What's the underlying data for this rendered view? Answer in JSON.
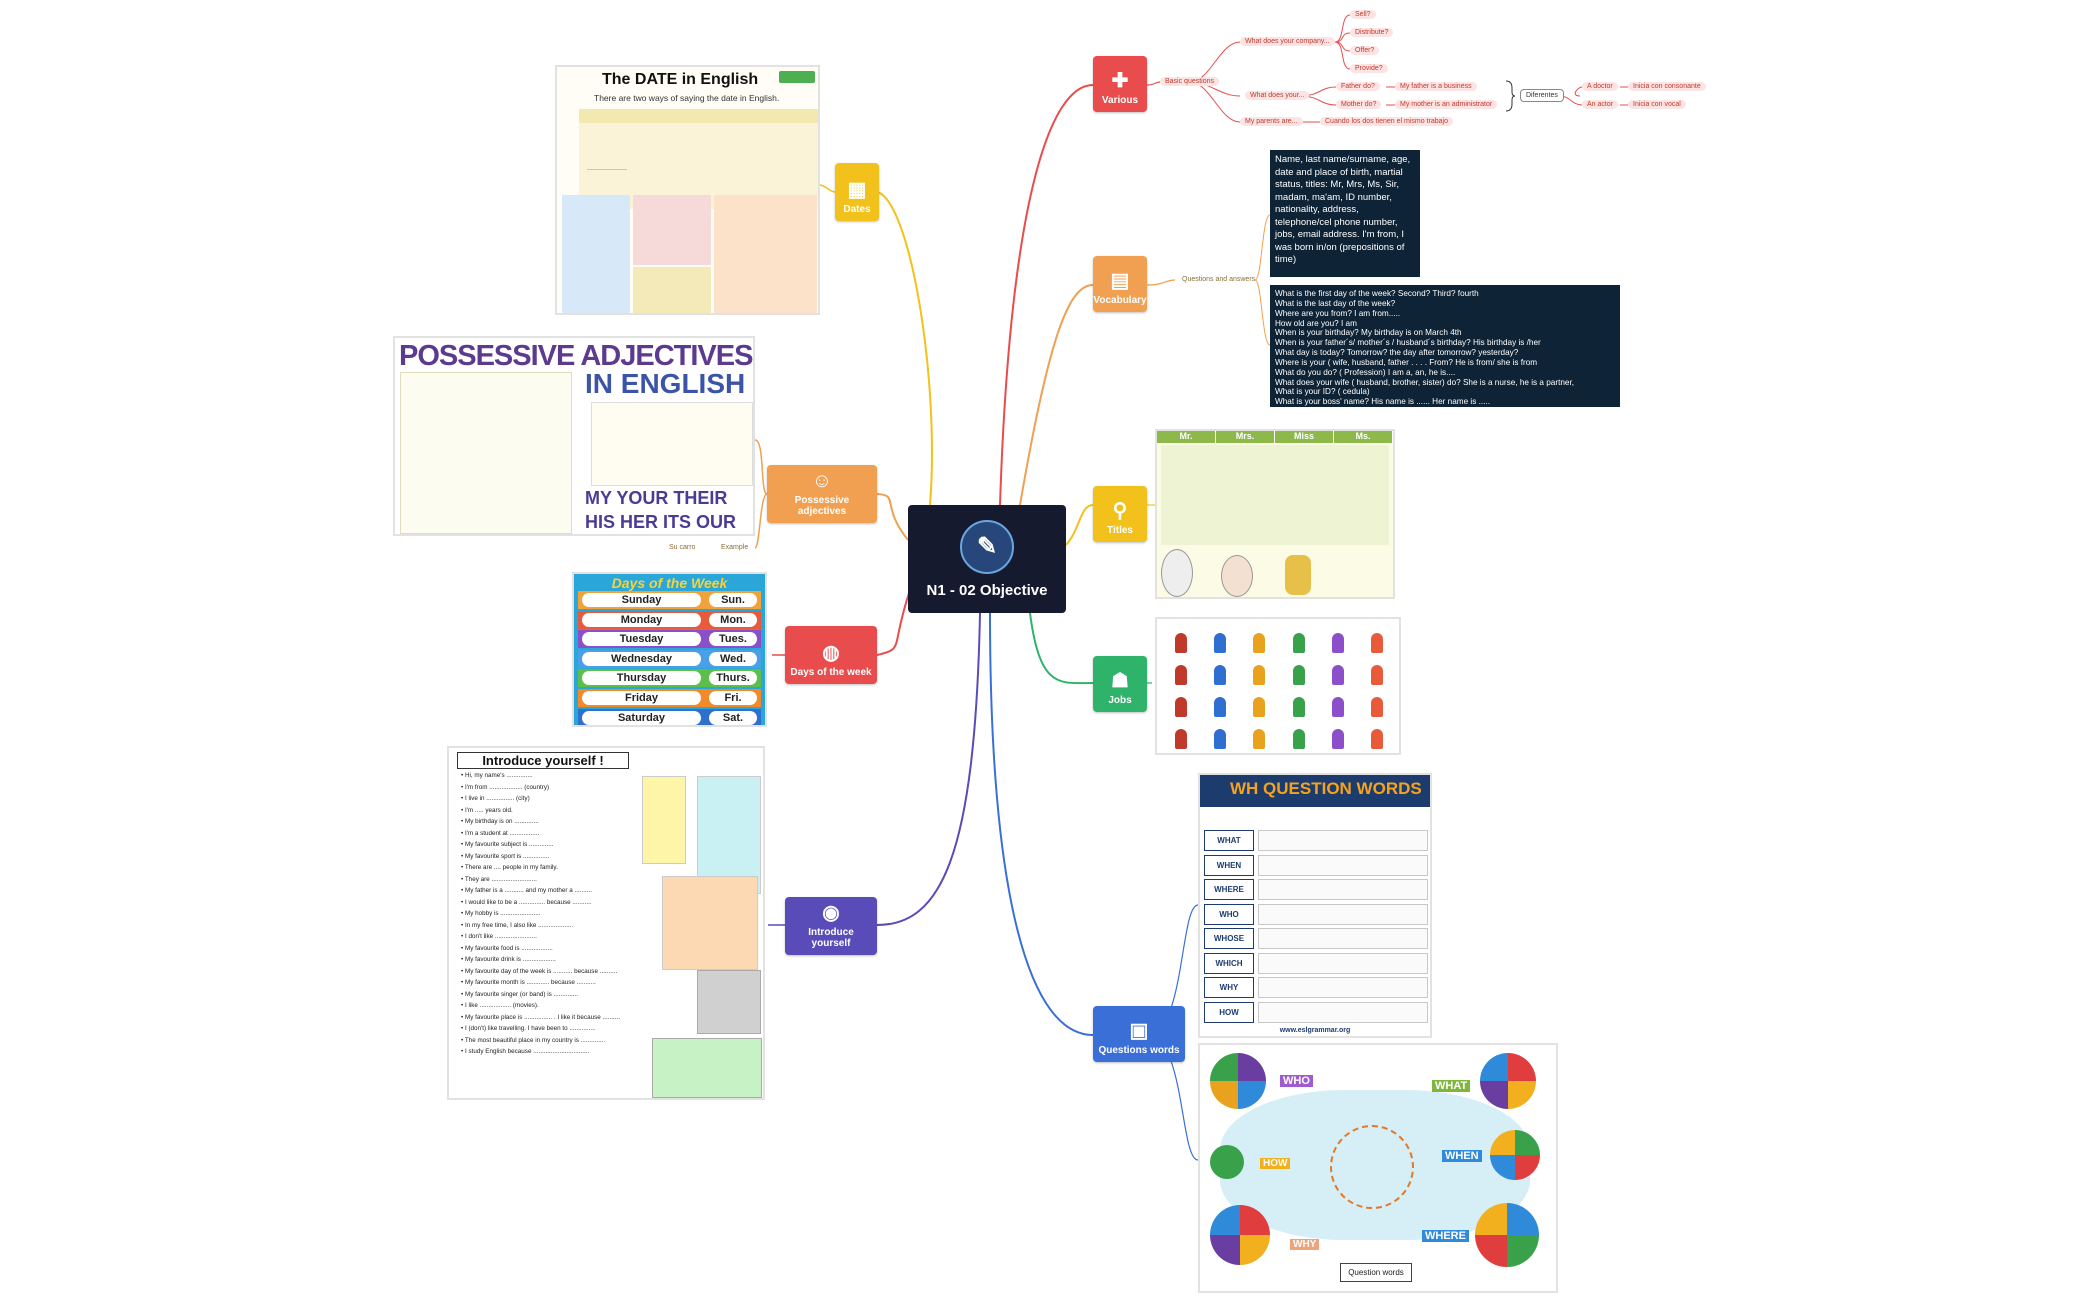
{
  "central": {
    "title": "N1 - 02 Objective"
  },
  "branches": {
    "dates": "Dates",
    "possessive": "Possessive adjectives",
    "days": "Days of the week",
    "introduce": "Introduce yourself",
    "various": "Various",
    "vocabulary": "Vocabulary",
    "titles": "Titles",
    "jobs": "Jobs",
    "questions": "Questions words"
  },
  "colors": {
    "dates": "#f2c11b",
    "possessive": "#f0a050",
    "days": "#e84c4c",
    "introduce": "#5a4cb8",
    "various": "#e84c4c",
    "vocabulary": "#f0a050",
    "titles": "#f2c11b",
    "jobs": "#2fb36a",
    "questions": "#3a6fd8"
  },
  "icons": {
    "dates": "calendar-icon",
    "possessive": "people-icon",
    "days": "globe-icon",
    "introduce": "person-icon",
    "various": "first-aid-icon",
    "vocabulary": "book-icon",
    "titles": "magnifier-icon",
    "jobs": "worker-icon",
    "questions": "document-icon",
    "central": "stationery-icon"
  },
  "various": {
    "basic_questions": "Basic questions",
    "company": "What does your company...",
    "sell": "Sell?",
    "distribute": "Distribute?",
    "offer": "Offer?",
    "provide": "Provide?",
    "what_does_your": "What does your...",
    "father_do": "Father do?",
    "mother_do": "Mother do?",
    "father_answer": "My father is a business",
    "mother_answer": "My mother is an administrator",
    "differences": "Diferentes",
    "a_doctor": "A doctor",
    "an_actor": "An actor",
    "consonant": "Inicia con consonante",
    "vowel": "Inicia con vocal",
    "parents": "My parents are...",
    "parents_note": "Cuando los dos tienen el mismo trabajo"
  },
  "vocabulary": {
    "qa_label": "Questions and answers",
    "box1": [
      "Name, last name/surname, age,",
      "date and place of birth, martial",
      "status, titles: Mr, Mrs, Ms, Sir,",
      "madam, ma'am, ID number,",
      "nationality, address,",
      "telephone/cel phone number,",
      "jobs, email address. I'm from, I",
      "was born in/on (prepositions of",
      "time)"
    ],
    "box2": [
      "What is the first day of the week? Second? Third? fourth",
      "What is the last day of the week?",
      "Where are you from? I am from.....",
      "How old are you? I am",
      "When is your birthday? My birthday is on March 4th",
      "When is your  father´s/ mother´s / husband´s birthday? His birthday is /her",
      "What day is today? Tomorrow? the day after tomorrow? yesterday?",
      "Where is your ( wife, husband, father . . . . From?  He is from/ she is from",
      "What do you do? ( Profession) I am a,  an, he is....",
      "What does your wife ( husband, brother, sister) do? She is a nurse,  he is a partner,",
      "What is your ID? ( cedula)",
      "What is  your boss' name?  His name is ...... Her name is ....."
    ]
  },
  "possessive": {
    "su_carro": "Su carro",
    "example": "Example"
  },
  "images": {
    "dates_title": "The DATE in English",
    "dates_subtitle": "There are two ways of saying the date in English.",
    "poss_title1": "POSSESSIVE ADJECTIVES",
    "poss_title2": "IN ENGLISH",
    "poss_words": "MY  YOUR  THEIR  HIS  HER  ITS  OUR",
    "days_title": "Days of the Week",
    "days": [
      "Sunday",
      "Monday",
      "Tuesday",
      "Wednesday",
      "Thursday",
      "Friday",
      "Saturday"
    ],
    "days_short": [
      "Sun.",
      "Mon.",
      "Tues.",
      "Wed.",
      "Thurs.",
      "Fri.",
      "Sat."
    ],
    "intro_title": "Introduce yourself !",
    "intro_lines": [
      "Hi, my name's ...............",
      "I'm from ................... (country)",
      "I live in ................ (city)",
      "I'm ..... years old.",
      "My birthday is on ..............",
      "I'm a student at .................",
      "My favourite subject is ..............",
      "My favourite sport is ...............",
      "There are .... people in my family.",
      "They are ..........................",
      "My father is a ........... and my mother a ..........",
      "I would like to be a ............... because ...........",
      "My hobby is .......................",
      "In my free time, I also like ....................",
      "I don't like ........................",
      "My favourite food is ..................",
      "My favourite drink is ...................",
      "My favourite day of the week is ........... because ..........",
      "My favourite month is ............. because ...........",
      "My favourite singer (or band) is ..............",
      "I like .................. (movies).",
      "My favourite place is ................ . I like it because ..........",
      "I (don't) like travelling. I have been to ...............",
      "The most beautiful place in my country is ..............",
      "I study English because ................................"
    ],
    "titles_cols": [
      "Mr.",
      "Mrs.",
      "Miss",
      "Ms."
    ],
    "wh_title": "WH QUESTION WORDS",
    "wh_words": [
      "WHAT",
      "WHEN",
      "WHERE",
      "WHO",
      "WHOSE",
      "WHICH",
      "WHY",
      "HOW"
    ],
    "wh_site": "www.eslgrammar.org",
    "map_caption": "Question words",
    "map_words": [
      "WHO",
      "WHAT",
      "WHEN",
      "HOW",
      "WHY",
      "WHERE"
    ]
  }
}
